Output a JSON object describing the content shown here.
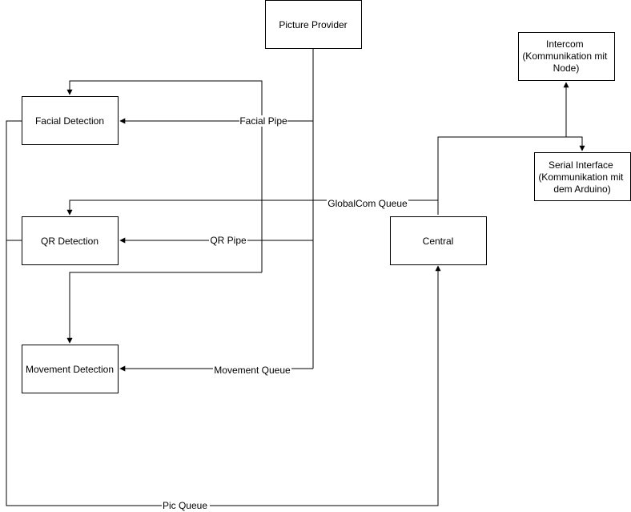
{
  "nodes": {
    "picture_provider": {
      "lines": [
        "Picture Provider"
      ]
    },
    "facial_detection": {
      "lines": [
        "Facial Detection"
      ]
    },
    "qr_detection": {
      "lines": [
        "QR Detection"
      ]
    },
    "movement_detection": {
      "lines": [
        "Movement Detection"
      ]
    },
    "central": {
      "lines": [
        "Central"
      ]
    },
    "intercom": {
      "lines": [
        "Intercom",
        "(Kommunikation mit",
        "Node)"
      ]
    },
    "serial_interface": {
      "lines": [
        "Serial Interface",
        "(Kommunikation mit",
        "dem Arduino)"
      ]
    }
  },
  "edges": {
    "facial_pipe": "Facial Pipe",
    "qr_pipe": "QR Pipe",
    "movement_queue": "Movement Queue",
    "globalcom_queue": "GlobalCom Queue",
    "pic_queue": "Pic Queue"
  },
  "colors": {
    "stroke": "#000000",
    "background": "#ffffff"
  }
}
